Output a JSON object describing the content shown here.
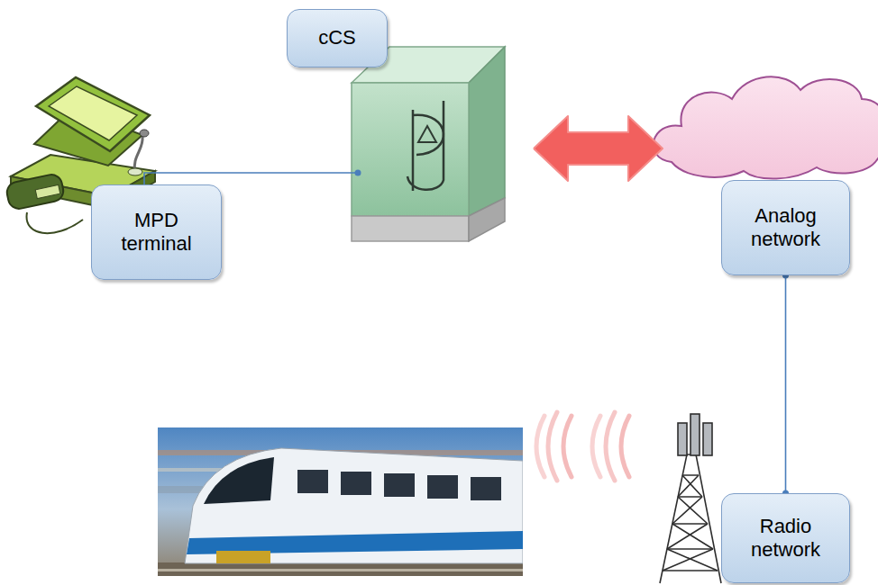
{
  "diagram": {
    "nodes": [
      {
        "text": [
          "cCS"
        ]
      },
      {
        "text": [
          "MPD terminal"
        ]
      },
      {
        "text": [
          "Analog network"
        ]
      },
      {
        "text": [
          "Radio network"
        ]
      }
    ],
    "edges": [
      {
        "from": 1,
        "to": 0,
        "arrow": "none"
      },
      {
        "from": 0,
        "to": 2,
        "arrow": "both"
      },
      {
        "from": 2,
        "to": 3,
        "arrow": "none"
      }
    ]
  }
}
